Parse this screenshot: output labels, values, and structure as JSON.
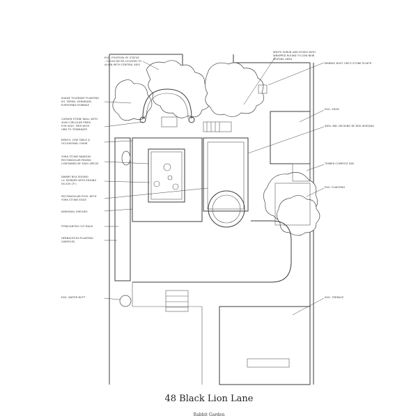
{
  "title": "48 Black Lion Lane",
  "subtitle": "Rabbit Garden",
  "annotations": {
    "statue": [
      "EXG. POSITION OF STATUE",
      "- COULD BE RE-LOCATED TO",
      "ALIGN WITH CENTRAL AXIS"
    ],
    "shrubs_spiral": [
      "WHITE SHRUB AND ROSES WITH",
      "WRAPPED ROUND TO JOIN NEW",
      "SEATING AREA"
    ],
    "marble_bust": [
      "MARBLE BUST ONTO STONE PLINTH"
    ],
    "shade_planting": [
      "SHADE TOLERANT PLANTING",
      "EG. FERNS, GERANIUM,",
      "EUPHORBIA ROBBIAE"
    ],
    "stone_wall": [
      "CURVED STONE WALL WITH",
      "300H CIRCULAR PIERS",
      "FOR SEAT, PIER WITH",
      "URN TO TERMINATE"
    ],
    "bench": [
      "BENCH, LOW TABLE &",
      "OCCASIONAL CHAIR"
    ],
    "paving": [
      "YORK STONE RANDOM",
      "RECTANGULAR PAVING",
      "CONTAINED BY 300H SPECIE"
    ],
    "dwarf_box": [
      "DWARF BOX EDGING",
      "i.e. BORDER WITH EDGING",
      "SX-200 (3\")"
    ],
    "pool": [
      "RECTANGULAR POOL WITH",
      "YORK STONE EDGE"
    ],
    "shelves": [
      "MARGINAL SHELVES"
    ],
    "pyracantha": [
      "PYRACANTHA CUT BACK"
    ],
    "herbaceous": [
      "HERBACEOUS PLANTING",
      "(VARIOUS)"
    ],
    "water_butt": [
      "EXG. WATER BUTT"
    ],
    "shed": [
      "EXG. SHED"
    ],
    "decking": [
      "IDEA. BIB. DECKING BY BOX HEDGING"
    ],
    "compost": [
      "TIMBER COMPOST BIN"
    ],
    "exg_planting": [
      "EXG. PLANTING"
    ],
    "terrace": [
      "EXG. TERRACE"
    ]
  }
}
